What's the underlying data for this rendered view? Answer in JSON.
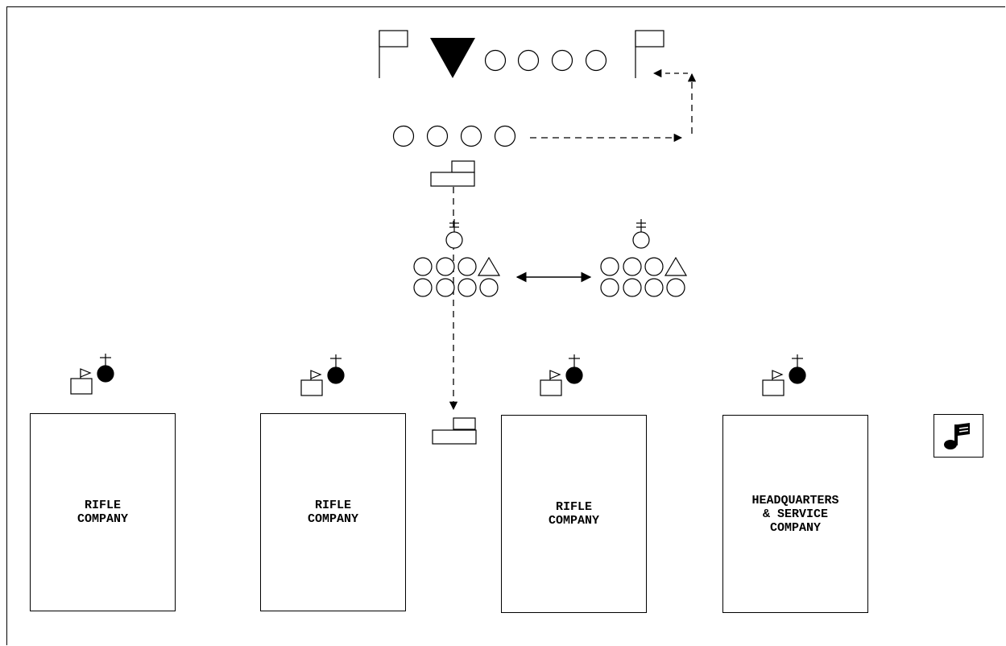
{
  "units": [
    {
      "label": "RIFLE\nCOMPANY"
    },
    {
      "label": "RIFLE\nCOMPANY"
    },
    {
      "label": "RIFLE\nCOMPANY"
    },
    {
      "label": "HEADQUARTERS\n& SERVICE\nCOMPANY"
    }
  ],
  "icons": {
    "guidon": "guidon-flag-icon",
    "commander": "commander-triangle-icon",
    "marker": "marker-vehicle-icon",
    "chaplain": "chaplain-cross-icon",
    "band": "music-note-flag-icon"
  },
  "colors": {
    "ink": "#000000",
    "paper": "#ffffff"
  }
}
